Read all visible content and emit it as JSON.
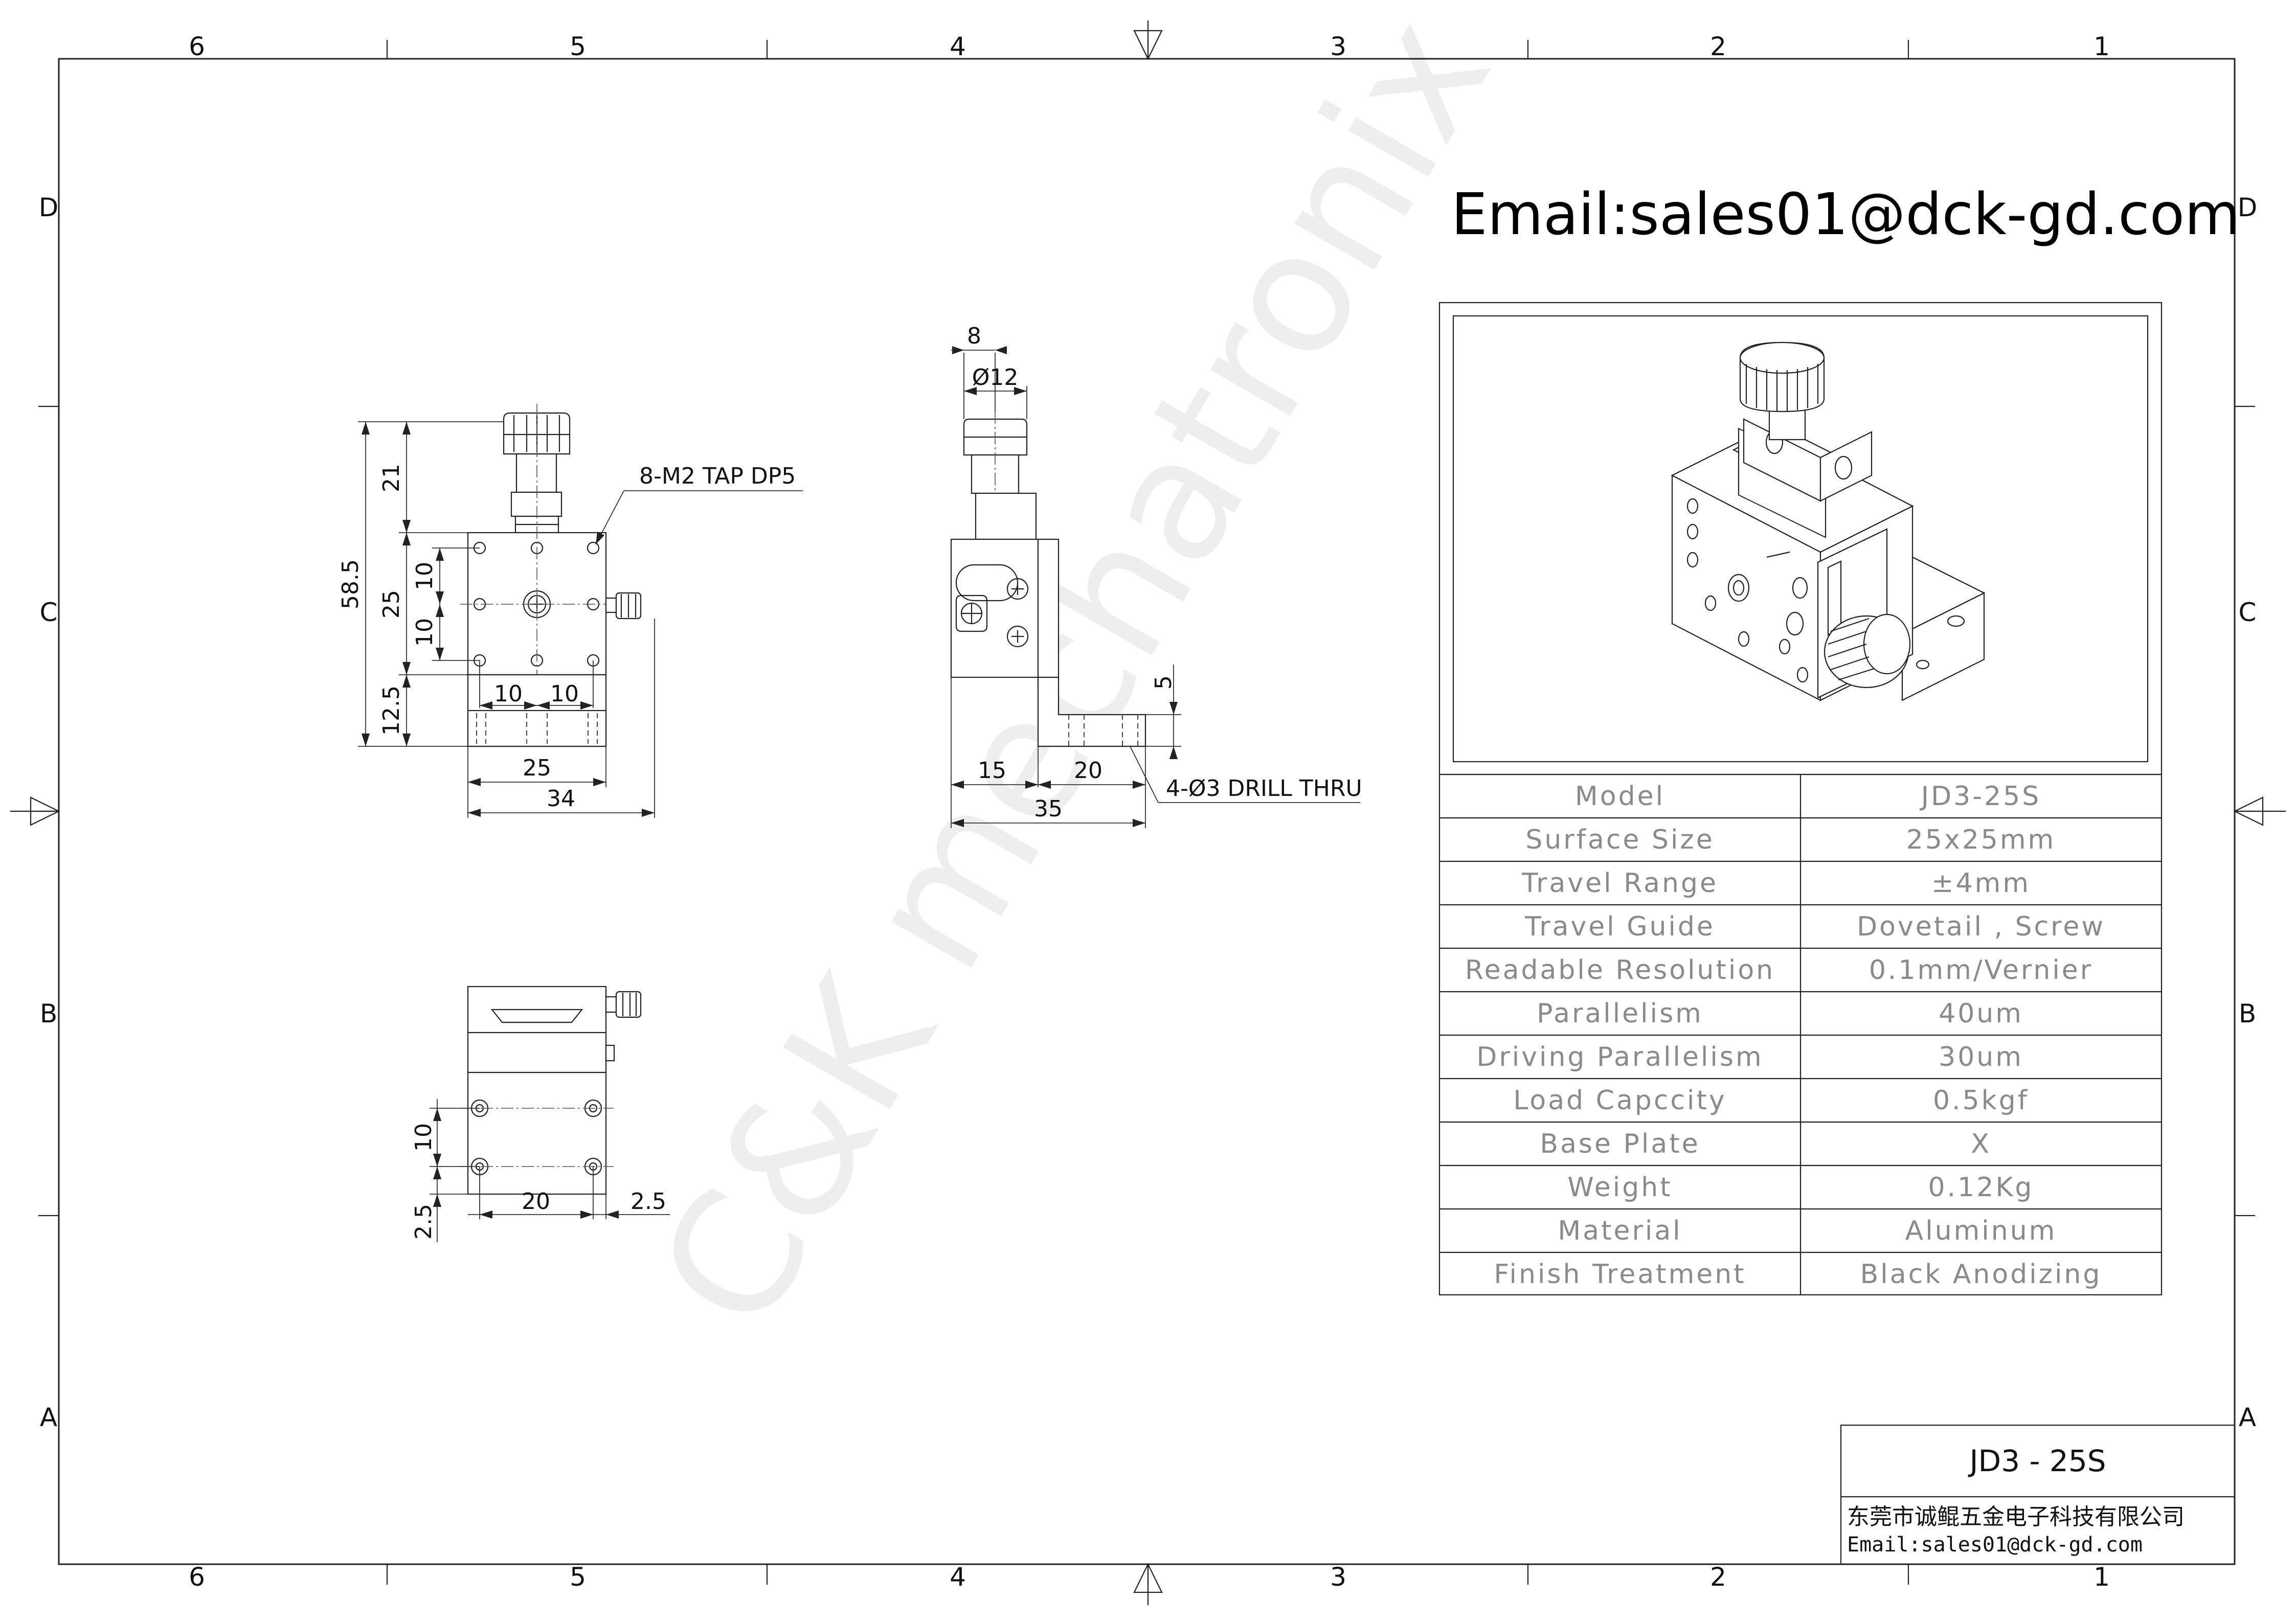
{
  "watermark": "C&K mechatronix",
  "header_email": "Email:sales01@dck-gd.com",
  "zone_columns": [
    "6",
    "5",
    "4",
    "3",
    "2",
    "1"
  ],
  "zone_rows": [
    "D",
    "C",
    "B",
    "A"
  ],
  "front_view": {
    "callout": "8-M2 TAP DP5",
    "dims": {
      "overall_height": "58.5",
      "knob_height": "21",
      "body_height": "25",
      "hole_spacing_upper": "10",
      "hole_spacing_lower": "10",
      "base_height": "12.5",
      "hole_pitch_left": "10",
      "hole_pitch_right": "10",
      "body_width": "25",
      "overall_width": "34"
    }
  },
  "side_view": {
    "callout": "4-Ø3 DRILL THRU",
    "dims": {
      "knob_offset": "8",
      "knob_diameter": "Ø12",
      "plate_thickness": "5",
      "stage_depth": "15",
      "hole_pitch": "20",
      "base_length": "35"
    }
  },
  "bottom_view": {
    "dims": {
      "hole_spacing": "10",
      "edge_offset": "2.5",
      "hole_pitch": "20",
      "side_offset": "2.5"
    }
  },
  "spec_table": [
    {
      "label": "Model",
      "value": "JD3-25S"
    },
    {
      "label": "Surface Size",
      "value": "25x25mm"
    },
    {
      "label": "Travel Range",
      "value": "±4mm"
    },
    {
      "label": "Travel Guide",
      "value": "Dovetail , Screw"
    },
    {
      "label": "Readable Resolution",
      "value": "0.1mm/Vernier"
    },
    {
      "label": "Parallelism",
      "value": "40um"
    },
    {
      "label": "Driving Parallelism",
      "value": "30um"
    },
    {
      "label": "Load Capccity",
      "value": "0.5kgf"
    },
    {
      "label": "Base Plate",
      "value": "X"
    },
    {
      "label": "Weight",
      "value": "0.12Kg"
    },
    {
      "label": "Material",
      "value": "Aluminum"
    },
    {
      "label": "Finish Treatment",
      "value": "Black Anodizing"
    }
  ],
  "title_block": {
    "part_number": "JD3 - 25S",
    "company": "东莞市诚鲲五金电子科技有限公司",
    "email": "Email:sales01@dck-gd.com"
  }
}
